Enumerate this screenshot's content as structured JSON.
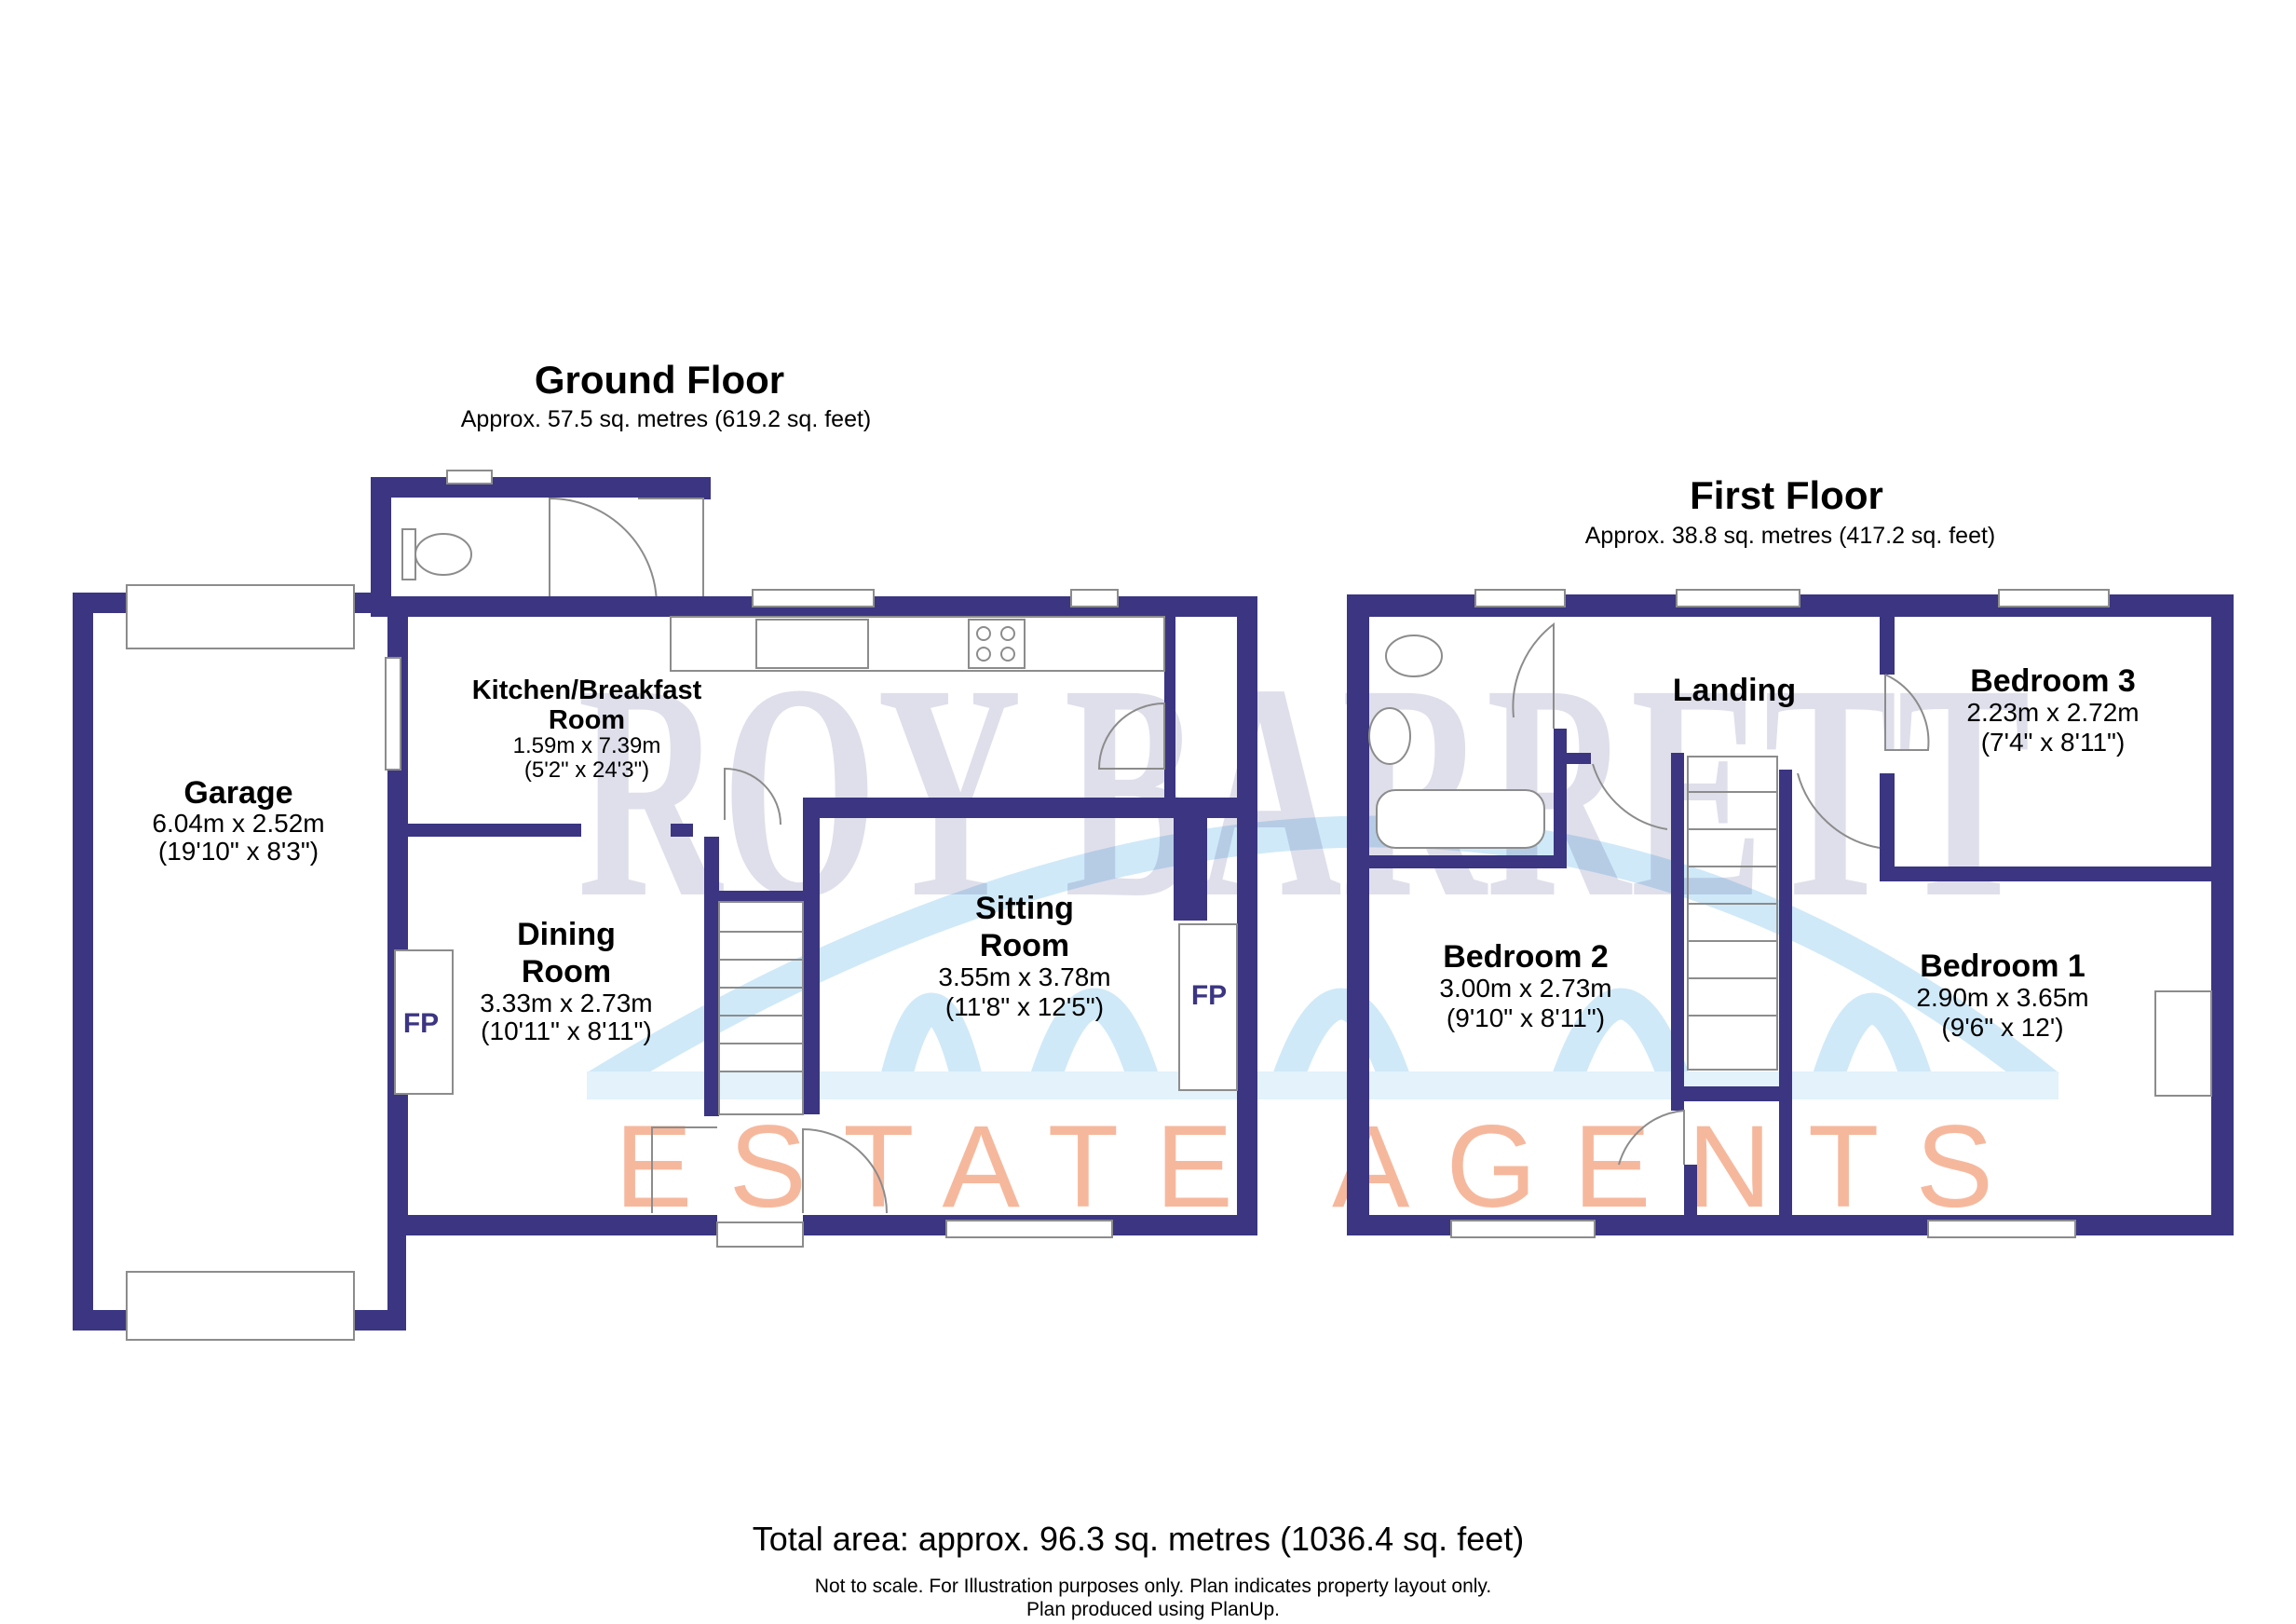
{
  "watermark": {
    "brand_line1": "ROY BARRETT",
    "brand_line2": "ESTATE AGENTS",
    "brand_color": "#3b3582",
    "arc_color": "#5bb4e6",
    "agents_color": "#f3a07c"
  },
  "colors": {
    "wall": "#3b3582",
    "fixture_stroke": "#8c8c8c"
  },
  "ground_floor": {
    "title": "Ground Floor",
    "area": "Approx. 57.5 sq. metres (619.2 sq. feet)",
    "rooms": {
      "garage": {
        "name": "Garage",
        "metric": "6.04m x 2.52m",
        "imperial": "(19'10\" x 8'3\")"
      },
      "kitchen": {
        "name_line1": "Kitchen/Breakfast",
        "name_line2": "Room",
        "metric": "1.59m x 7.39m",
        "imperial": "(5'2\" x 24'3\")"
      },
      "dining": {
        "name_line1": "Dining",
        "name_line2": "Room",
        "metric": "3.33m x 2.73m",
        "imperial": "(10'11\" x 8'11\")"
      },
      "sitting": {
        "name_line1": "Sitting",
        "name_line2": "Room",
        "metric": "3.55m x 3.78m",
        "imperial": "(11'8\" x 12'5\")"
      }
    },
    "fireplace_label": "FP"
  },
  "first_floor": {
    "title": "First Floor",
    "area": "Approx. 38.8 sq. metres (417.2 sq. feet)",
    "rooms": {
      "landing": {
        "name": "Landing"
      },
      "bedroom3": {
        "name": "Bedroom 3",
        "metric": "2.23m x 2.72m",
        "imperial": "(7'4\" x 8'11\")"
      },
      "bedroom2": {
        "name": "Bedroom 2",
        "metric": "3.00m x 2.73m",
        "imperial": "(9'10\" x 8'11\")"
      },
      "bedroom1": {
        "name": "Bedroom 1",
        "metric": "2.90m x 3.65m",
        "imperial": "(9'6\" x 12')"
      }
    }
  },
  "footer": {
    "total": "Total area: approx. 96.3 sq. metres (1036.4 sq. feet)",
    "note1": "Not to scale. For Illustration purposes only. Plan indicates property layout only.",
    "note2": "Plan produced using PlanUp."
  }
}
